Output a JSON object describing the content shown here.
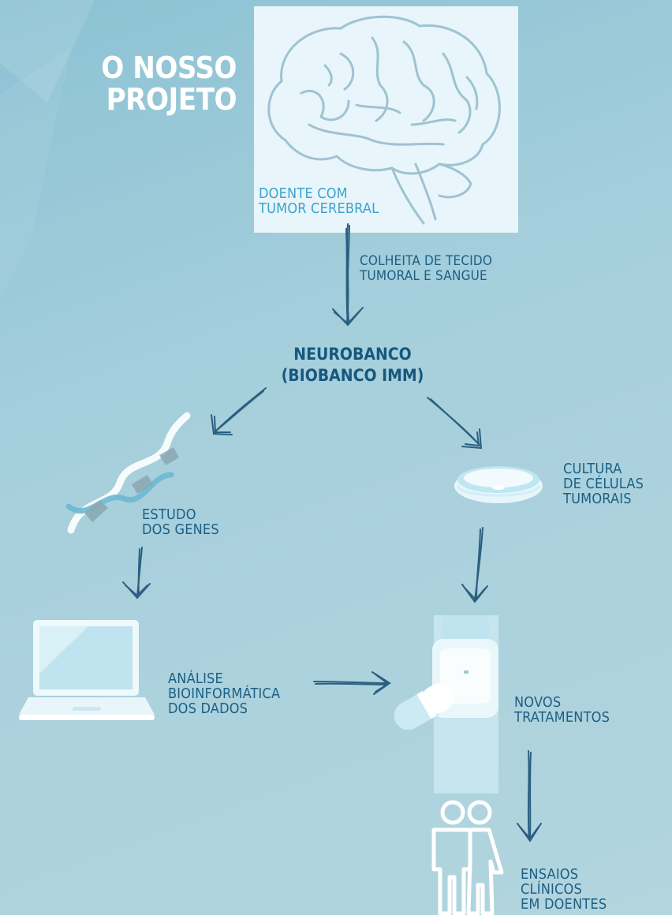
{
  "title": {
    "line1": "O NOSSO",
    "line2": "PROJETO"
  },
  "steps": {
    "patient": {
      "line1": "DOENTE COM",
      "line2": "TUMOR CEREBRAL"
    },
    "harvest": {
      "line1": "COLHEITA DE TECIDO",
      "line2": "TUMORAL E SANGUE"
    },
    "biobank": {
      "line1": "NEUROBANCO",
      "line2": "(BIOBANCO IMM)"
    },
    "genes": {
      "line1": "ESTUDO",
      "line2": "DOS GENES"
    },
    "culture": {
      "line1": "CULTURA",
      "line2": "DE CÉLULAS",
      "line3": "TUMORAIS"
    },
    "analysis": {
      "line1": "ANÁLISE",
      "line2": "BIOINFORMÁTICA",
      "line3": "DOS DADOS"
    },
    "treatments": {
      "line1": "NOVOS",
      "line2": "TRATAMENTOS"
    },
    "trials": {
      "line1": "ENSAIOS",
      "line2": "CLÍNICOS",
      "line3": "EM DOENTES"
    }
  },
  "icons": {
    "patient": "brain-icon",
    "genes": "dna-icon",
    "culture": "petri-dish-icon",
    "analysis": "laptop-icon",
    "treatments": "pill-bottle-icon",
    "trials": "people-icon"
  },
  "colors": {
    "background": "#a6cfdc",
    "label": "#1b5f84",
    "patient_label": "#3aa3cc",
    "title": "#ffffff",
    "arrow": "#2a5f80"
  }
}
